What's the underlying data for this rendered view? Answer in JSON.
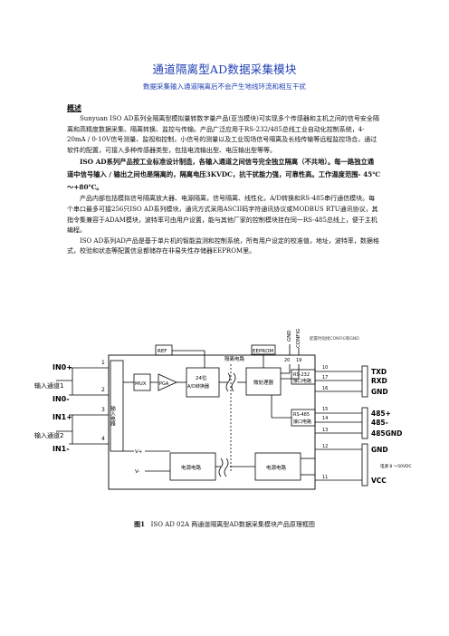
{
  "doc": {
    "title": "通道隔离型AD数据采集模块",
    "subtitle": "数据采集输入通道隔离后不会产生地线环流和相互干扰",
    "section_heading": "概述",
    "paragraphs": [
      "Sunyuan    ISO AD系列全隔离型模拟量转数字量产品(亚当模块)可实现多个传感器和主机之间的信号安全隔离和高精度数据采集、隔离转换、监控与传输。产品广泛应用于RS-232/485总线工业自动化控制系统，4-20mA / 0-10V信号测量、监视和控制，小信号的测量以及工业现场信号隔离及长线传输等远程监控场合。通过软件的配置，可接入多种传感器类型，包括电流输出型、电压输出型等等。",
      "ISO AD系列产品按工业标准设计制造，各输入通道之间信号完全独立隔离（不共地）。每一路独立通道中信号输入 / 输出之间也是隔离的，隔离电压3KVDC，抗干扰能力强，可靠性高。工作温度范围- 45℃～+80℃。",
      "产品内部包括模拟信号隔离放大器、电源隔离，信号隔离、线性化，A/D转换和RS-485串行通信模块。每个串口最多可接256只ISO AD系列模块，通讯方式采用ASCII码字符通讯协议或MODBUS RTU通讯协议，其指令集兼容于ADAM模块，波特率可由用户设置，能与其他厂家的控制模块挂在同一RS-485总线上，便于主机编程。",
      "ISO AD系列AD产品是基于单片机的智能监测和控制系统，所有用户设定的校准值，地址，波特率，数据格式，校验和状态等配置信息都储存在非易失性存储器EEPROM里。"
    ],
    "caption_prefix": "图1",
    "caption_text": "ISO    AD 02A  两通道隔离型AD数据采集模块产品原理框图"
  },
  "diagram": {
    "left_terminals": [
      "IN0+",
      "IN0-",
      "IN1+",
      "IN1-"
    ],
    "input_labels": [
      "输入通道1",
      "输入通道2"
    ],
    "pin_numbers_left": [
      "1",
      "2",
      "3",
      "4"
    ],
    "input_circuit": "输入电路",
    "mux": "MUX",
    "pga": "PGA",
    "ref": "REF",
    "adc": [
      "24位",
      "A/D转换器"
    ],
    "isolation": "隔离电路",
    "eeprom": "EEPROM",
    "mcu": "微处理器",
    "rs232": [
      "RS-232",
      "接口电路"
    ],
    "rs485": [
      "RS-485",
      "接口电路"
    ],
    "gnd_pin_label": "GND",
    "config_pin_label": "CONFIG",
    "config_note": "配置时短接CONFIG和GND",
    "pins_top": [
      "20",
      "19"
    ],
    "right_terminals": [
      "TXD",
      "RXD",
      "GND",
      "485+",
      "485-",
      "485GND",
      "GND",
      "VCC"
    ],
    "pin_numbers_right": [
      "10",
      "17",
      "16",
      "15",
      "14",
      "13",
      "12",
      "11"
    ],
    "power_left": "电源电路",
    "power_right": "电源电路",
    "vplus": "V+",
    "vminus": "V-",
    "power_note": "电源 8 ～50VDC"
  }
}
